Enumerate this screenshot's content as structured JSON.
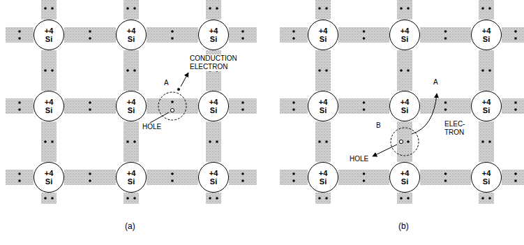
{
  "diagram": {
    "nodes": [
      {
        "text": [
          "+4",
          "Si"
        ]
      },
      {
        "text": [
          "+4",
          "Si"
        ]
      },
      {
        "text": [
          "+4",
          "Si"
        ]
      },
      {
        "text": [
          "+4",
          "Si"
        ]
      },
      {
        "text": [
          "+4",
          "Si"
        ]
      },
      {
        "text": [
          "+4",
          "Si"
        ]
      },
      {
        "text": [
          "+4",
          "Si"
        ]
      },
      {
        "text": [
          "+4",
          "Si"
        ]
      },
      {
        "text": [
          "+4",
          "Si"
        ]
      },
      {
        "text": [
          "+4",
          "Si"
        ]
      },
      {
        "text": [
          "+4",
          "Si"
        ]
      },
      {
        "text": [
          "+4",
          "Si"
        ]
      },
      {
        "text": [
          "+4",
          "Si"
        ]
      },
      {
        "text": [
          "+4",
          "Si"
        ]
      },
      {
        "text": [
          "+4",
          "Si"
        ]
      },
      {
        "text": [
          "+4",
          "Si"
        ]
      },
      {
        "text": [
          "+4",
          "Si"
        ]
      },
      {
        "text": [
          "+4",
          "Si"
        ]
      }
    ],
    "edges": [
      {
        "from": 0,
        "to": 1,
        "arrow": "none"
      },
      {
        "from": 1,
        "to": 2,
        "arrow": "none"
      },
      {
        "from": 3,
        "to": 4,
        "arrow": "none"
      },
      {
        "from": 4,
        "to": 5,
        "arrow": "none"
      },
      {
        "from": 6,
        "to": 7,
        "arrow": "none"
      },
      {
        "from": 7,
        "to": 8,
        "arrow": "none"
      },
      {
        "from": 0,
        "to": 3,
        "arrow": "none"
      },
      {
        "from": 3,
        "to": 6,
        "arrow": "none"
      },
      {
        "from": 1,
        "to": 4,
        "arrow": "none"
      },
      {
        "from": 4,
        "to": 7,
        "arrow": "none"
      },
      {
        "from": 2,
        "to": 5,
        "arrow": "none"
      },
      {
        "from": 5,
        "to": 8,
        "arrow": "none"
      },
      {
        "from": 9,
        "to": 10,
        "arrow": "none"
      },
      {
        "from": 10,
        "to": 11,
        "arrow": "none"
      },
      {
        "from": 12,
        "to": 13,
        "arrow": "none"
      },
      {
        "from": 13,
        "to": 14,
        "arrow": "none"
      },
      {
        "from": 15,
        "to": 16,
        "arrow": "none"
      },
      {
        "from": 16,
        "to": 17,
        "arrow": "none"
      },
      {
        "from": 9,
        "to": 12,
        "arrow": "none"
      },
      {
        "from": 12,
        "to": 15,
        "arrow": "none"
      },
      {
        "from": 10,
        "to": 13,
        "arrow": "none"
      },
      {
        "from": 13,
        "to": 16,
        "arrow": "none"
      },
      {
        "from": 11,
        "to": 14,
        "arrow": "none"
      },
      {
        "from": 14,
        "to": 17,
        "arrow": "none"
      }
    ],
    "labels": [
      "CONDUCTION ELECTRON",
      "A",
      "HOLE",
      "(a)",
      "A",
      "B",
      "ELEC- TRON",
      "HOLE",
      "(b)"
    ]
  }
}
